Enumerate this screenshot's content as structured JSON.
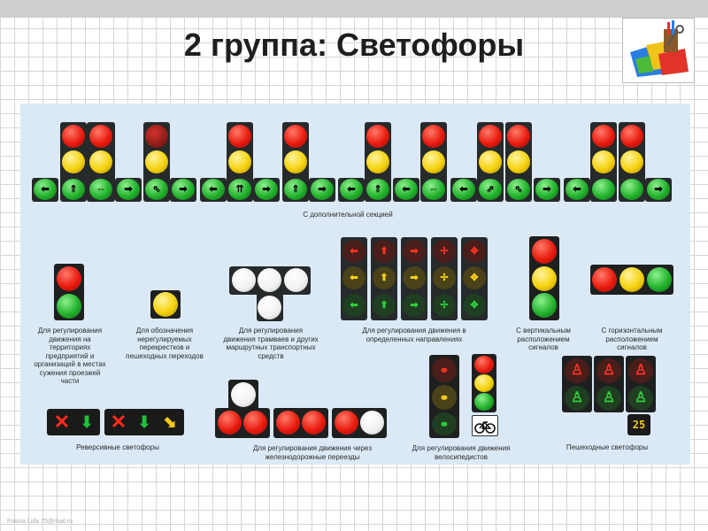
{
  "title": "2 группа: Светофоры",
  "footer": "Fokina Lida 75@mail.ru",
  "logo_icon": "art-supplies-icon",
  "captions": {
    "additional_section": "С дополнительной секцией",
    "enterprises": "Для регулирования движения на территориях предприятий и организаций в местах сужения проезжей части",
    "unregulated": "Для обозначения нерегулируемых перекрестков и пешеходных переходов",
    "trams": "Для регулирования движения трамваев и других маршрутных транспортных средств",
    "directions": "Для регулирования движения в определенных направлениях",
    "vertical": "С вертикальным расположением сигналов",
    "horizontal": "С горизонтальным расположением сигналов",
    "reversible": "Реверсивные светофоры",
    "railway": "Для регулирования движения через железнодорожные переезды",
    "cyclists": "Для регулирования движения велосипедистов",
    "pedestrian": "Пешеходные светофоры"
  },
  "timer_value": "25",
  "colors": {
    "red": "#e81b0e",
    "yellow": "#f5d20c",
    "green": "#22b22c",
    "white": "#f2f2f2",
    "housing": "#262a2b",
    "panel": "#dbe9f6"
  }
}
